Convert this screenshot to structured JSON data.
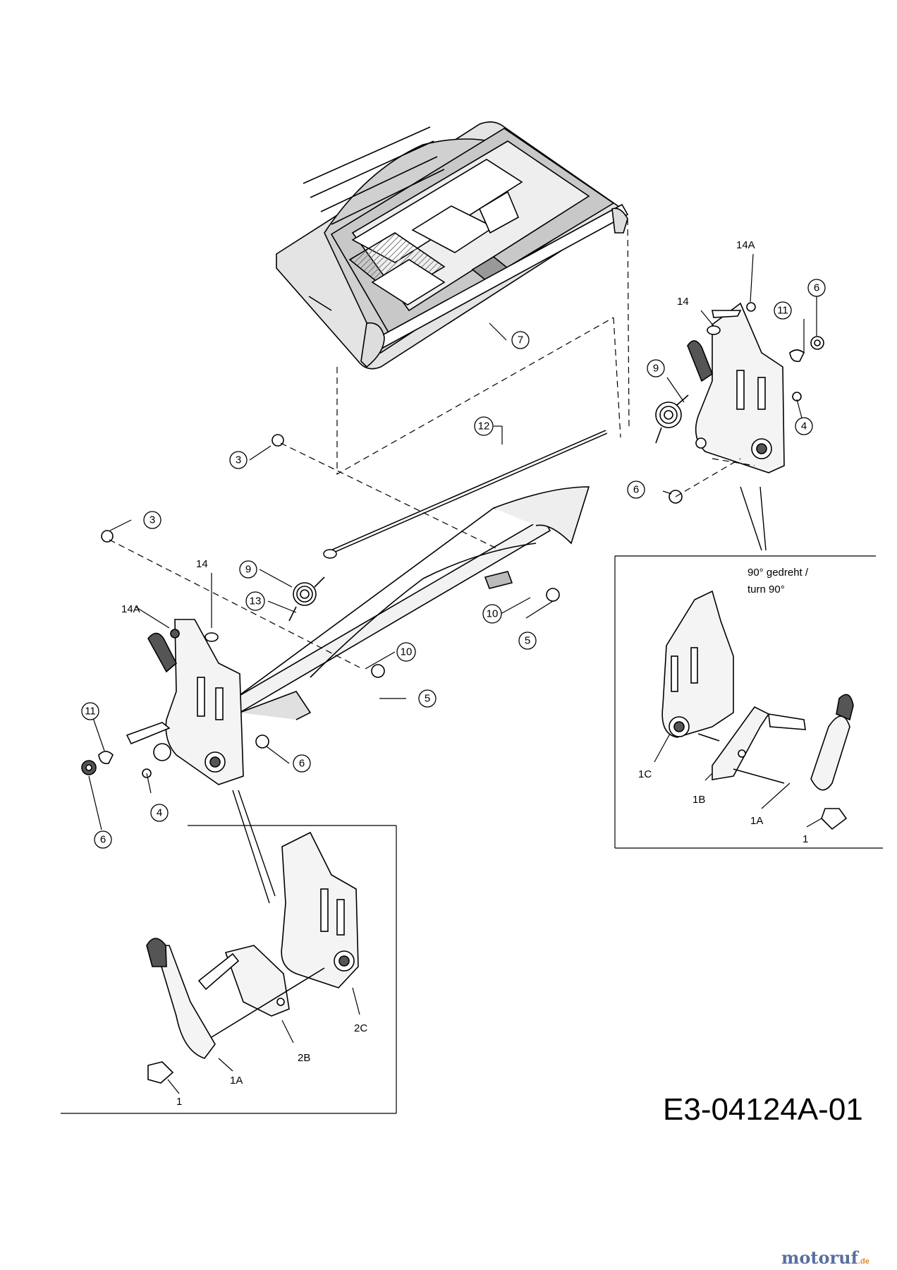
{
  "diagram_id": "E3-04124A-01",
  "watermark": {
    "name": "motoruf",
    "suffix": ".de"
  },
  "note": {
    "line1": "90° gedreht /",
    "line2": "turn 90°"
  },
  "callouts": {
    "c7": "7",
    "c12": "12",
    "c3a": "3",
    "c3b": "3",
    "c9a": "9",
    "c9b": "9",
    "c13": "13",
    "c10a": "10",
    "c10b": "10",
    "c5a": "5",
    "c5b": "5",
    "c6a": "6",
    "c6b": "6",
    "c6c": "6",
    "c6d": "6",
    "c4a": "4",
    "c4b": "4",
    "c11a": "11",
    "c11b": "11"
  },
  "labels": {
    "l14a": "14A",
    "l14b": "14",
    "l14c": "14A",
    "l14d": "14",
    "l1a_r": "1A",
    "l1b_r": "1B",
    "l1c_r": "1C",
    "l1_r": "1",
    "l1_l": "1",
    "l1a_l": "1A",
    "l2b_l": "2B",
    "l2c_l": "2C"
  }
}
